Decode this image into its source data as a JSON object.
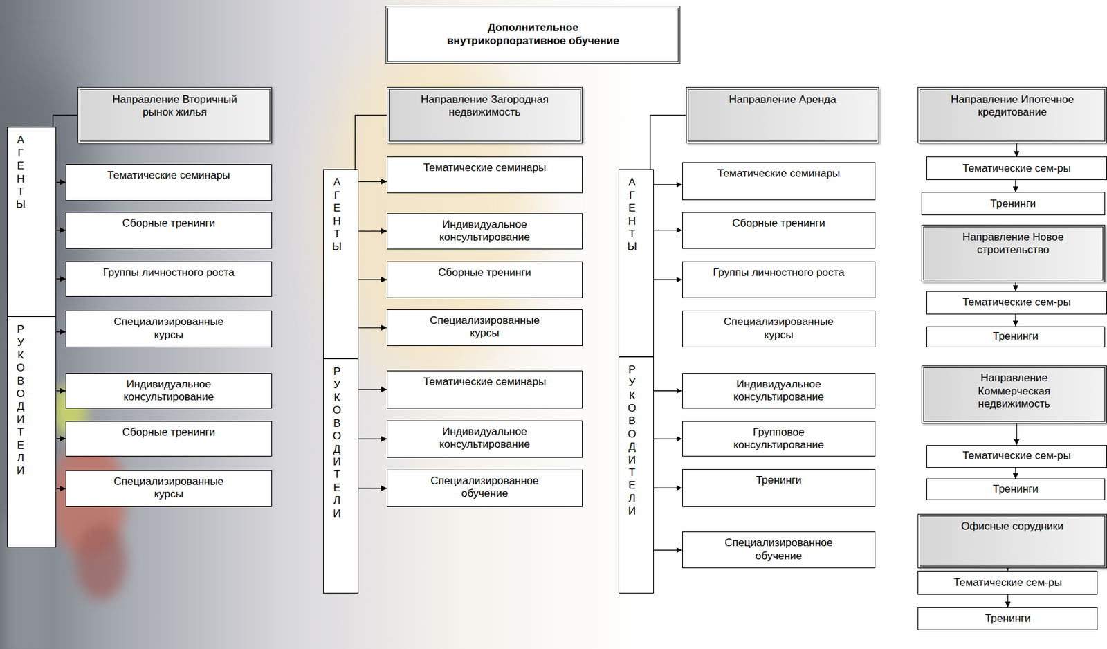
{
  "diagram": {
    "nodes": [
      {
        "text": [
          "Дополнительное внутрикорпоративное обучение"
        ]
      },
      {
        "text": [
          "Направление Вторичный рынок жилья"
        ]
      },
      {
        "text": [
          "АГЕНТЫ"
        ]
      },
      {
        "text": [
          "Тематические семинары"
        ]
      },
      {
        "text": [
          "Сборные тренинги"
        ]
      },
      {
        "text": [
          "Группы личностного роста"
        ]
      },
      {
        "text": [
          "РУКОВОДИТЕЛИ"
        ]
      },
      {
        "text": [
          "Специализированные курсы"
        ]
      },
      {
        "text": [
          "Индивидуальное консультирование"
        ]
      },
      {
        "text": [
          "Сборные тренинги"
        ]
      },
      {
        "text": [
          "Специализированные курсы"
        ]
      },
      {
        "text": [
          "Направление Загородная недвижимость"
        ]
      },
      {
        "text": [
          "АГЕНТЫ"
        ]
      },
      {
        "text": [
          "Тематические семинары"
        ]
      },
      {
        "text": [
          "Индивидуальное консультирование"
        ]
      },
      {
        "text": [
          "Сборные тренинги"
        ]
      },
      {
        "text": [
          "Специализированные курсы"
        ]
      },
      {
        "text": [
          "РУКОВОДИТЕЛИ"
        ]
      },
      {
        "text": [
          "Тематические семинары"
        ]
      },
      {
        "text": [
          "Индивидуальное консультирование"
        ]
      },
      {
        "text": [
          "Специализированное обучение"
        ]
      },
      {
        "text": [
          "Направление Аренда"
        ]
      },
      {
        "text": [
          "АГЕНТЫ"
        ]
      },
      {
        "text": [
          "Тематические семинары"
        ]
      },
      {
        "text": [
          "Сборные тренинги"
        ]
      },
      {
        "text": [
          "Группы личностного роста"
        ]
      },
      {
        "text": [
          "Специализированные курсы"
        ]
      },
      {
        "text": [
          "РУКОВОДИТЕЛИ"
        ]
      },
      {
        "text": [
          "Индивидуальное консультирование"
        ]
      },
      {
        "text": [
          "Групповое консультирование"
        ]
      },
      {
        "text": [
          "Тренинги"
        ]
      },
      {
        "text": [
          "Специализированное обучение"
        ]
      },
      {
        "text": [
          "Направление Ипотечное кредитование"
        ]
      },
      {
        "text": [
          "Тематические сем-ры"
        ]
      },
      {
        "text": [
          "Тренинги"
        ]
      },
      {
        "text": [
          "Направление Новое строительство"
        ]
      },
      {
        "text": [
          "Тематические сем-ры"
        ]
      },
      {
        "text": [
          "Тренинги"
        ]
      },
      {
        "text": [
          "Направление Коммерческая недвижимость"
        ]
      },
      {
        "text": [
          "Тематические сем-ры"
        ]
      },
      {
        "text": [
          "Тренинги"
        ]
      },
      {
        "text": [
          "Офисные сорудники"
        ]
      },
      {
        "text": [
          "Тематические сем-ры"
        ]
      },
      {
        "text": [
          "Тренинги"
        ]
      }
    ],
    "edges": [
      {
        "from": 1,
        "to": 2,
        "arrow": "none"
      },
      {
        "from": 2,
        "to": 3,
        "arrow": "to"
      },
      {
        "from": 2,
        "to": 4,
        "arrow": "to"
      },
      {
        "from": 2,
        "to": 5,
        "arrow": "to"
      },
      {
        "from": 6,
        "to": 7,
        "arrow": "to"
      },
      {
        "from": 6,
        "to": 8,
        "arrow": "to"
      },
      {
        "from": 6,
        "to": 9,
        "arrow": "to"
      },
      {
        "from": 6,
        "to": 10,
        "arrow": "to"
      },
      {
        "from": 11,
        "to": 12,
        "arrow": "none"
      },
      {
        "from": 12,
        "to": 13,
        "arrow": "to"
      },
      {
        "from": 12,
        "to": 14,
        "arrow": "to"
      },
      {
        "from": 12,
        "to": 15,
        "arrow": "to"
      },
      {
        "from": 12,
        "to": 16,
        "arrow": "to"
      },
      {
        "from": 17,
        "to": 18,
        "arrow": "to"
      },
      {
        "from": 17,
        "to": 19,
        "arrow": "to"
      },
      {
        "from": 17,
        "to": 20,
        "arrow": "to"
      },
      {
        "from": 21,
        "to": 22,
        "arrow": "none"
      },
      {
        "from": 22,
        "to": 23,
        "arrow": "to"
      },
      {
        "from": 22,
        "to": 24,
        "arrow": "to"
      },
      {
        "from": 22,
        "to": 25,
        "arrow": "to"
      },
      {
        "from": 27,
        "to": 28,
        "arrow": "to"
      },
      {
        "from": 27,
        "to": 29,
        "arrow": "to"
      },
      {
        "from": 27,
        "to": 30,
        "arrow": "to"
      },
      {
        "from": 27,
        "to": 31,
        "arrow": "to"
      },
      {
        "from": 32,
        "to": 33,
        "arrow": "to"
      },
      {
        "from": 33,
        "to": 34,
        "arrow": "to"
      },
      {
        "from": 35,
        "to": 36,
        "arrow": "to"
      },
      {
        "from": 36,
        "to": 37,
        "arrow": "to"
      },
      {
        "from": 38,
        "to": 39,
        "arrow": "to"
      },
      {
        "from": 39,
        "to": 40,
        "arrow": "to"
      },
      {
        "from": 41,
        "to": 42,
        "arrow": "to"
      },
      {
        "from": 42,
        "to": 43,
        "arrow": "to"
      }
    ]
  }
}
